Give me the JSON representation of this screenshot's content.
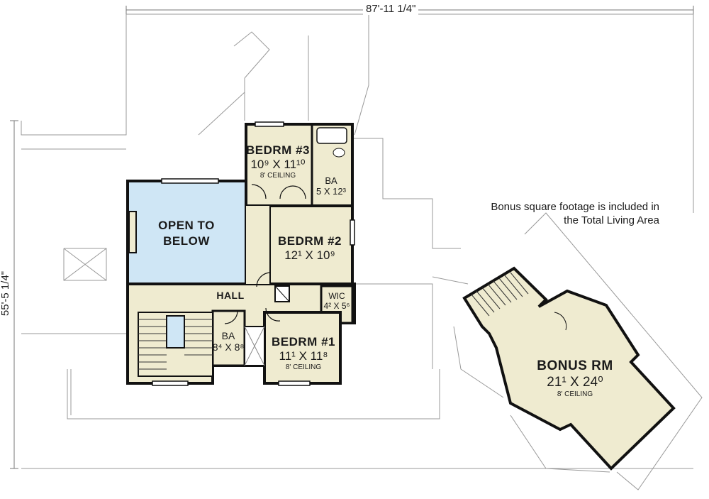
{
  "dimensions": {
    "width": "87'-11 1/4\"",
    "depth": "55'-5 1/4\""
  },
  "note": {
    "line1": "Bonus square footage is included in",
    "line2": "the Total Living Area"
  },
  "rooms": [
    {
      "name": "OPEN TO BELOW"
    },
    {
      "name": "BEDRM #3",
      "size": "10⁹ X 11¹⁰",
      "ceiling": "8' CEILING"
    },
    {
      "name": "BA",
      "size": "5 X 12³"
    },
    {
      "name": "BEDRM #2",
      "size": "12¹ X 10⁹"
    },
    {
      "name": "HALL"
    },
    {
      "name": "WIC",
      "size": "4² X 5⁶"
    },
    {
      "name": "BA",
      "size": "8⁴ X 8⁸"
    },
    {
      "name": "BEDRM #1",
      "size": "11¹ X 11⁸",
      "ceiling": "8' CEILING"
    },
    {
      "name": "BONUS RM",
      "size": "21¹ X 24⁰",
      "ceiling": "8' CEILING"
    }
  ],
  "colors": {
    "room": "#efebd0",
    "open": "#cfe6f5",
    "wall": "#111111",
    "line": "#999999"
  }
}
